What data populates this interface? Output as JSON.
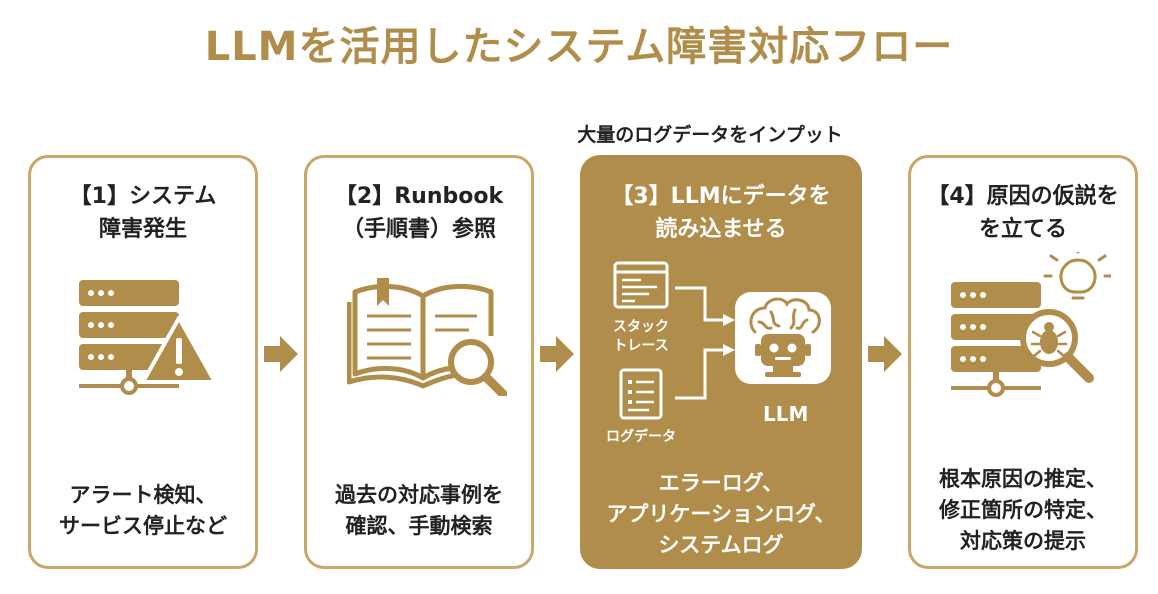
{
  "title": "LLMを活用したシステム障害対応フロー",
  "input_note": "大量のログデータをインプット",
  "steps": [
    {
      "title_lines": [
        "【1】システム",
        "障害発生"
      ],
      "desc_lines": [
        "アラート検知、",
        "サービス停止など"
      ],
      "icon": "server-warning-icon"
    },
    {
      "title_lines": [
        "【2】Runbook",
        "（手順書）参照"
      ],
      "desc_lines": [
        "過去の対応事例を",
        "確認、手動検索"
      ],
      "icon": "book-search-icon"
    },
    {
      "title_lines": [
        "【3】LLMにデータを",
        "読み込ませる"
      ],
      "desc_lines": [
        "エラーログ、",
        "アプリケーションログ、",
        "システムログ"
      ],
      "inputs": [
        {
          "label_lines": [
            "スタック",
            "トレース"
          ],
          "icon": "terminal-window-icon"
        },
        {
          "label_lines": [
            "ログデータ"
          ],
          "icon": "document-list-icon"
        }
      ],
      "llm_label": "LLM",
      "icon": "robot-brain-icon"
    },
    {
      "title_lines": [
        "【4】原因の仮説を",
        "を立てる"
      ],
      "desc_lines": [
        "根本原因の推定、",
        "修正箇所の特定、",
        "対応策の提示"
      ],
      "icon": "server-bug-search-icon"
    }
  ],
  "colors": {
    "accent": "#b08d4a",
    "border": "#c9a769",
    "text": "#222222",
    "light": "#ffffff"
  }
}
